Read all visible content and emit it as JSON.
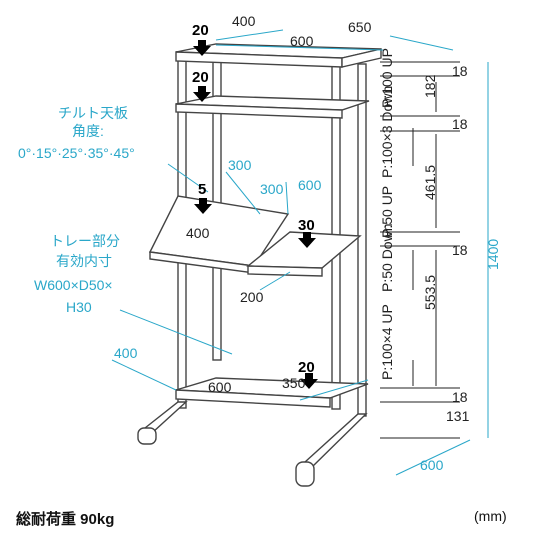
{
  "overall": {
    "depth": "400",
    "width": "650",
    "height": "1400",
    "base_depth": "600"
  },
  "top_shelf": {
    "width": "600",
    "load": "20",
    "thickness": "18"
  },
  "second_shelf": {
    "load": "20",
    "thickness": "18"
  },
  "pitch_labels": {
    "top": "P:100 UP",
    "top_dim": "182",
    "mid1": "P:100×3 Down",
    "mid1_dim": "461.5",
    "mid2": "P:50 UP",
    "mid3": "P:50 Down",
    "mid3_dim": "553.5",
    "low": "P:100×4 UP"
  },
  "tilt_board": {
    "title": "チルト天板",
    "angle_label": "角度:",
    "angles": "0°·15°·25°·35°·45°",
    "load": "5",
    "width": "400",
    "depth": "300",
    "depth2": "300"
  },
  "tray": {
    "title": "トレー部分",
    "sub": "有効内寸",
    "size": "W600×D50×",
    "height": "H30",
    "depth": "200"
  },
  "side_shelf": {
    "width": "600",
    "load": "30",
    "thickness": "18"
  },
  "bottom_shelf": {
    "width": "600",
    "depth": "350",
    "load": "20",
    "side_depth": "400",
    "thickness": "18",
    "clearance": "131"
  },
  "footer": {
    "total_load": "総耐荷重 90kg",
    "unit": "(mm)"
  }
}
